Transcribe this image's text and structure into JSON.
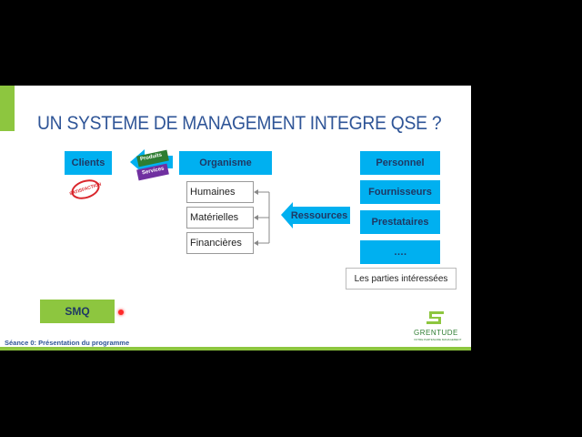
{
  "slide": {
    "title": "UN SYSTEME DE MANAGEMENT INTEGRE QSE ?",
    "clients": "Clients",
    "stamp": "SATISFACTION",
    "produits": "Produits",
    "services": "Services",
    "organisme": "Organisme",
    "resources_list": [
      "Humaines",
      "Matérielles",
      "Financières"
    ],
    "ressources": "Ressources",
    "parties": [
      "Personnel",
      "Fournisseurs",
      "Prestataires",
      "…."
    ],
    "parties_label": "Les parties intéressées",
    "smq": "SMQ",
    "footer": "Séance 0: Présentation du programme",
    "logo": "GRENTUDE",
    "logo_sub": "VOTRE PARTENAIRE MANAGEMENT"
  },
  "colors": {
    "accent_blue": "#00b0f0",
    "title_blue": "#2f5597",
    "green": "#8dc63f",
    "purple": "#7030a0"
  }
}
